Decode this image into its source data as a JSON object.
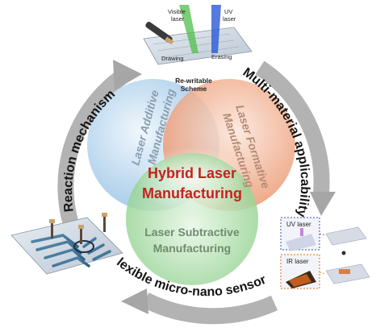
{
  "diagram": {
    "center": {
      "line1": "Hybrid Laser",
      "line2": "Manufacturing"
    },
    "circles": {
      "additive": {
        "line1": "Laser Additive",
        "line2": "Manufacturing",
        "color": "#9ec7e6"
      },
      "formative": {
        "line1": "Laser Formative",
        "line2": "Manufacturing",
        "color": "#ee9a72"
      },
      "subtractive": {
        "line1": "Laser Subtractive",
        "line2": "Manufacturing",
        "color": "#8fd18d"
      }
    },
    "arcs": {
      "left": "Reaction mechanism",
      "right": "Multi-material applicability",
      "bottom": "Flexible micro-nano sensors",
      "arrow_color": "#a8a8a8"
    },
    "insets": {
      "top": {
        "caption_line1": "Re-writable",
        "caption_line2": "Scheme",
        "visible_laser_line1": "Visible",
        "visible_laser_line2": "laser",
        "uv_laser_line1": "UV",
        "uv_laser_line2": "laser",
        "drawing": "Drawing",
        "erasing": "Erasing"
      },
      "bottom_right": {
        "uv_laser": "UV laser",
        "ir_laser": "IR laser"
      }
    }
  }
}
